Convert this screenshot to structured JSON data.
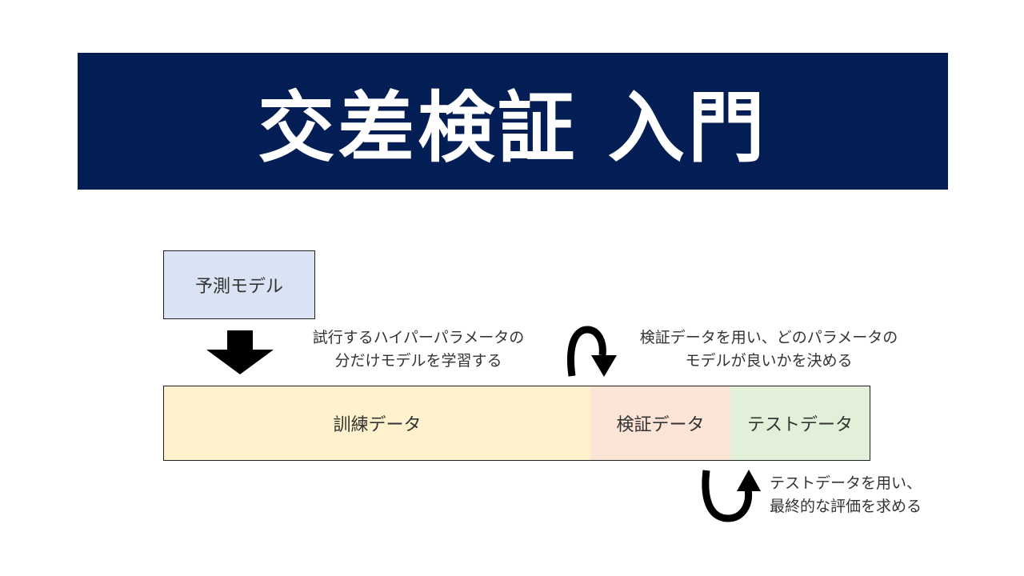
{
  "banner": {
    "title": "交差検証 入門",
    "background": "#031d55",
    "text_color": "#ffffff"
  },
  "diagram": {
    "model": {
      "label": "予測モデル",
      "color": "#dae3f3"
    },
    "data_boxes": {
      "train": {
        "label": "訓練データ",
        "color": "#fff2cc"
      },
      "validation": {
        "label": "検証データ",
        "color": "#fce4d6"
      },
      "test": {
        "label": "テストデータ",
        "color": "#e2f0d9"
      }
    },
    "notes": {
      "train": {
        "line1": "試行するハイパーパラメータの",
        "line2": "分だけモデルを学習する"
      },
      "validation": {
        "line1": "検証データを用い、どのパラメータの",
        "line2": "モデルが良いかを決める"
      },
      "test": {
        "line1": "テストデータを用い、",
        "line2": "最終的な評価を求める"
      }
    },
    "icons": {
      "down_arrow": "down-arrow-icon",
      "validation_loop": "curved-arrow-icon",
      "test_loop": "curved-arrow-icon"
    }
  }
}
